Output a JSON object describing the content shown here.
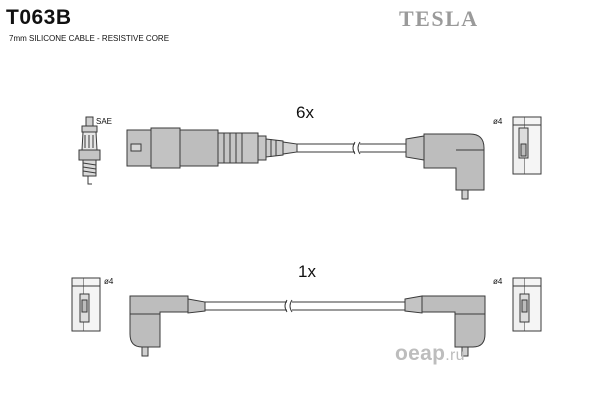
{
  "header": {
    "part_code": "T063B",
    "subtitle": "7mm SILICONE CABLE - RESISTIVE CORE",
    "brand": "TESLA"
  },
  "top_set": {
    "quantity_label": "6x",
    "plug_type_label": "SAE",
    "terminal_size_label": "ø4"
  },
  "bottom_set": {
    "quantity_label": "1x",
    "left_terminal_size_label": "ø4",
    "right_terminal_size_label": "ø4"
  },
  "watermark": {
    "name": "oeap",
    "suffix": ".ru"
  },
  "colors": {
    "connector_fill": "#b9b9b9",
    "line": "#3a3a3a",
    "brand_text": "#9a9a9a",
    "watermark_text": "#bdbdbd"
  }
}
